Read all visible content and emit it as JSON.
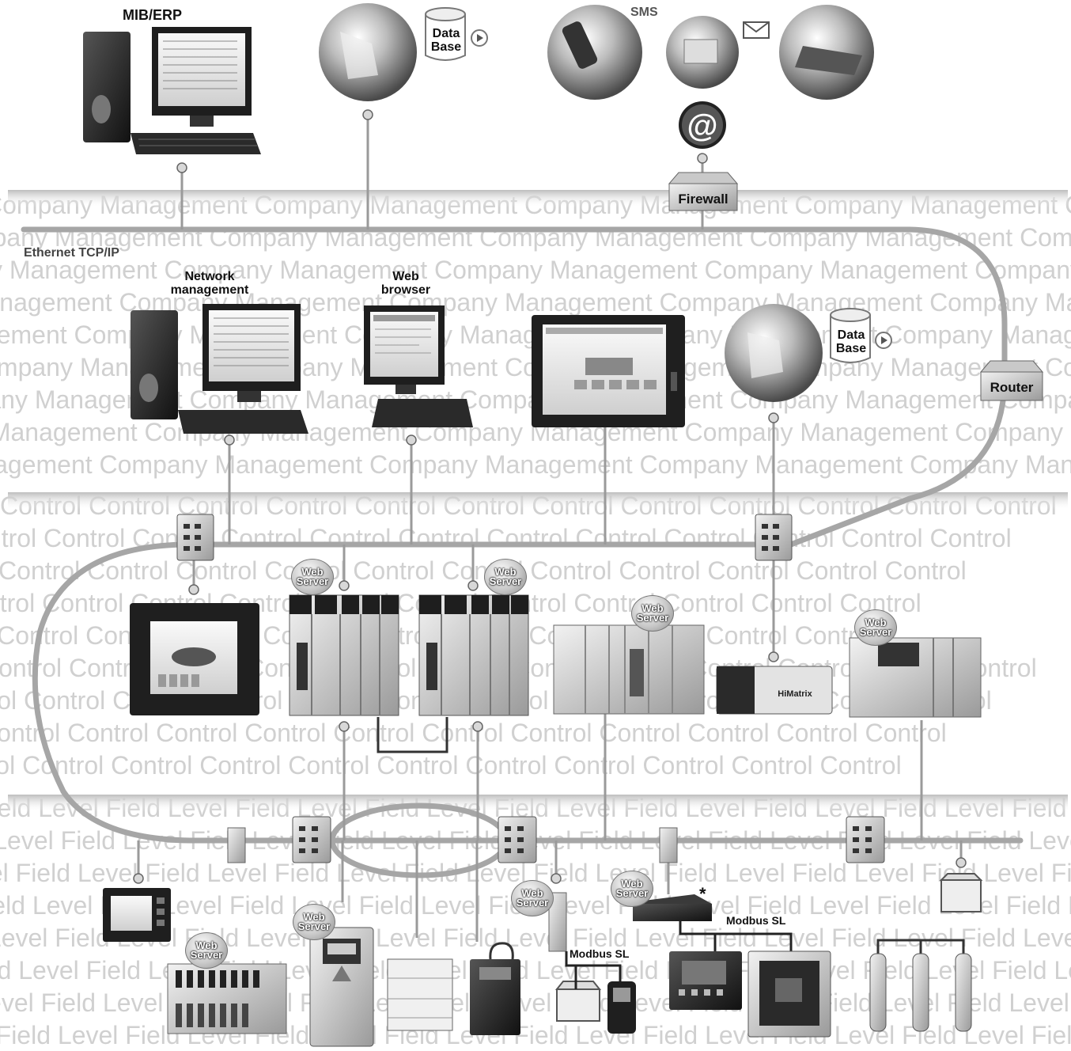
{
  "labels": {
    "mib_erp": "MIB/ERP",
    "data_base": "Data Base",
    "sms": "SMS",
    "firewall": "Firewall",
    "ethernet": "Ethernet TCP/IP",
    "network_management": "Network management",
    "web_browser": "Web browser",
    "router": "Router",
    "web_server": "Web Server",
    "modbus_sl": "Modbus SL",
    "at_symbol": "@",
    "asterisk": "*",
    "device_brand": "HiMatrix"
  },
  "bands": {
    "company": "Company Management",
    "control": "Control",
    "field": "Field Level"
  },
  "colors": {
    "network_line": "#a8a8a8",
    "band_text": "#d0d0d0",
    "device_dark": "#2a2a2a",
    "device_light": "#d9d9d9"
  }
}
